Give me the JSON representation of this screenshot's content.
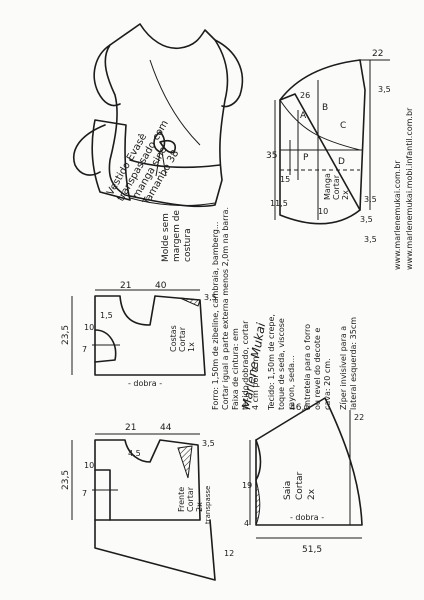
{
  "page": {
    "title_lines": [
      "Vestido Evasê",
      "transpassado com",
      "manga sino",
      "Tamanho 38"
    ],
    "mold_note_lines": [
      "Molde sem",
      "margem de",
      "costura"
    ],
    "website_1": "www.marlenemukai.com.br",
    "website_2": "www.marlenemukai.mobi.infantil.com.br",
    "signature": "Marlene Mukai"
  },
  "instructions": {
    "lines": [
      "Forro: 1,50m de zibeline, cambraia, bamberg...",
      "Cortar igual a parte externa menos 2,0m na barra.",
      "Faixa de cintura: em",
      "tecido dobrado, cortar",
      "4 cm por 2 m.",
      "Tecido: 1,50m de crepe,",
      "toque de seda, viscose",
      "rayon, seda...",
      "Entretela para o forro",
      "ou revel do decote e",
      "cava: 20 cm.",
      "Zíper invisível para a",
      "lateral esquerda: 35cm"
    ]
  },
  "sleeve": {
    "labels": {
      "A": "A",
      "B": "B",
      "C": "C",
      "P": "P",
      "D": "D"
    },
    "cut_label": [
      "Manga",
      "Cortar",
      "2x"
    ],
    "measures": [
      "35",
      "22",
      "3,5",
      "26",
      "15",
      "11,5",
      "10",
      "3,5",
      "3,5",
      "3,5"
    ]
  },
  "back": {
    "cut_label": [
      "Costas",
      "Cortar",
      "1x"
    ],
    "fold": "- dobra -",
    "measures": [
      "21",
      "40",
      "23,5",
      "10",
      "3,5",
      "7",
      "1,5"
    ]
  },
  "front": {
    "cut_label": [
      "Frente",
      "Cortar",
      "2x"
    ],
    "measures": [
      "21",
      "44",
      "23,5",
      "10",
      "3,5",
      "7",
      "4,5",
      "12"
    ],
    "hem_label": "transpasse"
  },
  "skirt": {
    "cut_label": [
      "Saia",
      "Cortar",
      "2x"
    ],
    "fold": "- dobra -",
    "measures": [
      "46,5",
      "22",
      "19",
      "4",
      "51,5"
    ]
  }
}
